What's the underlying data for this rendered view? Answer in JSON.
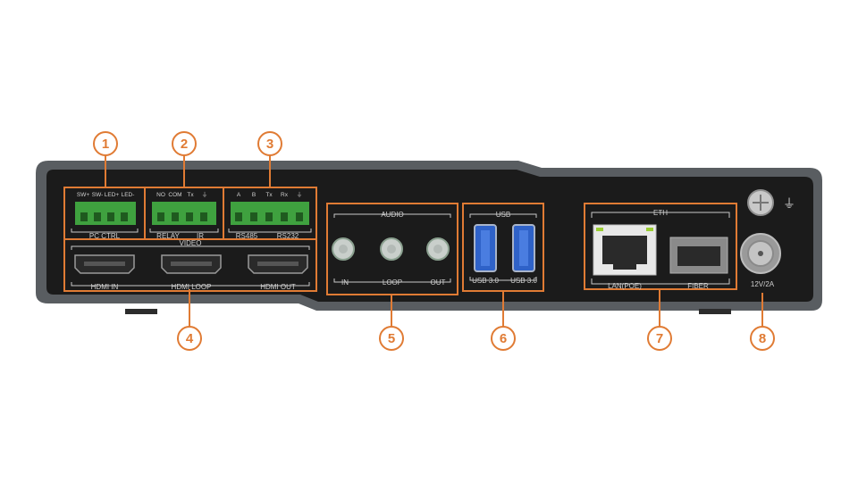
{
  "colors": {
    "accent": "#e07b34",
    "panel": "#1b1b1b",
    "chassis": "#595d61",
    "label": "#d0d0d0",
    "terminal_green": "#3fa13f",
    "usb_blue": "#2f62c8",
    "background": "#ffffff"
  },
  "callouts": [
    "1",
    "2",
    "3",
    "4",
    "5",
    "6",
    "7",
    "8"
  ],
  "pc_ctrl": {
    "pins": [
      "SW+",
      "SW-",
      "LED+",
      "LED-"
    ],
    "label": "PC CTRL"
  },
  "relay_ir": {
    "pins": [
      "NO",
      "COM",
      "Tx",
      "⏚"
    ],
    "label_left": "RELAY",
    "label_right": "IR"
  },
  "rs485_rs232": {
    "pins": [
      "A",
      "B",
      "Tx",
      "Rx",
      "⏚"
    ],
    "label_left": "RS485",
    "label_right": "RS232"
  },
  "video": {
    "title": "VIDEO",
    "ports": [
      "HDMI IN",
      "HDMI LOOP",
      "HDMI OUT"
    ]
  },
  "audio": {
    "title": "AUDIO",
    "ports": [
      "IN",
      "LOOP",
      "OUT"
    ]
  },
  "usb": {
    "title": "USB",
    "ports": [
      "USB 3.0",
      "USB 3.0"
    ]
  },
  "eth": {
    "title": "ETH",
    "ports": [
      "LAN(POE)",
      "FIBER"
    ]
  },
  "power": {
    "label": "12V/2A",
    "ground_symbol": "⏚"
  }
}
